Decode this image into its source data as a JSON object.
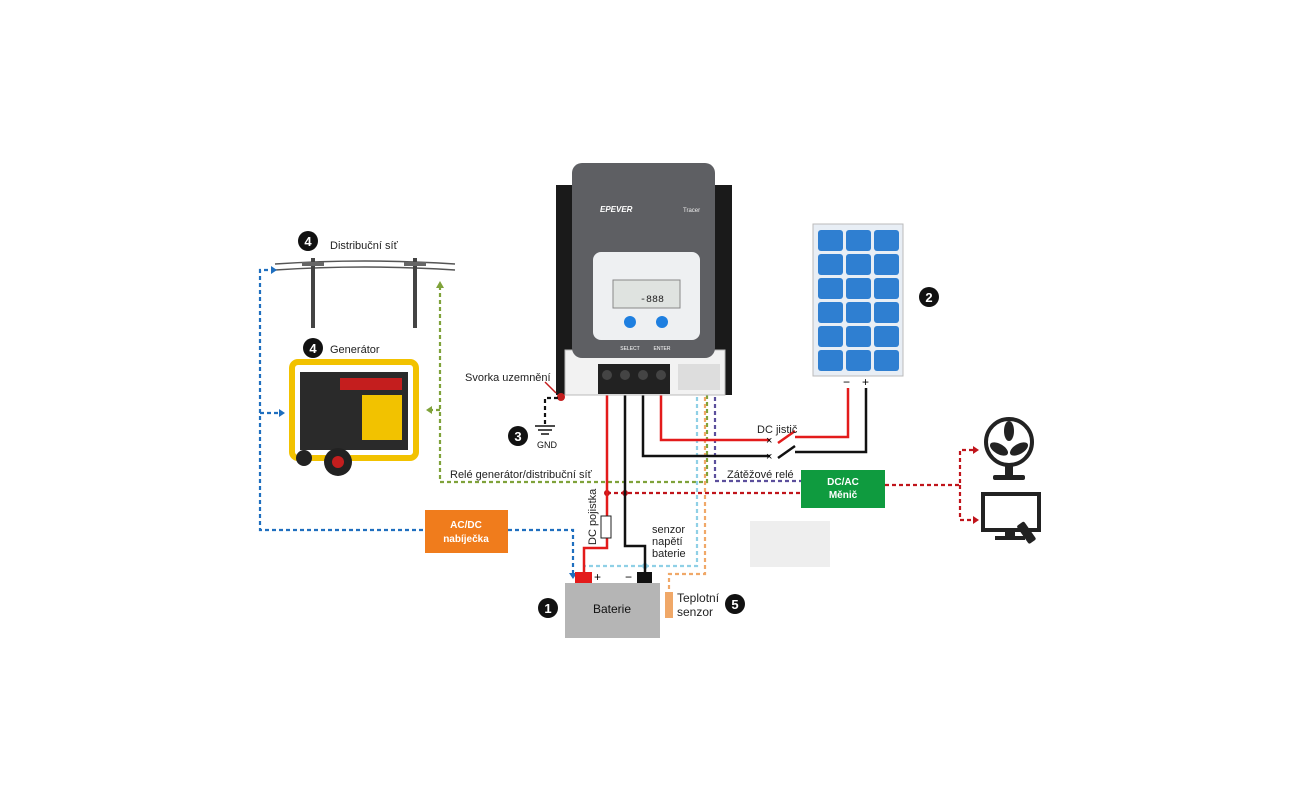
{
  "controller": {
    "brand": "EPEVER",
    "model": "Tracer",
    "lcd": "-888",
    "select_label": "SELECT",
    "enter_label": "ENTER"
  },
  "labels": {
    "grid": "Distribuční síť",
    "generator": "Generátor",
    "ground_clamp": "Svorka uzemnění",
    "gnd": "GND",
    "dc_breaker": "DC jistič",
    "load_relay": "Zátěžové relé",
    "relay_gen_grid": "Relé generátor/distribuční síť",
    "dc_fuse": "DC pojistka",
    "voltage_sensor": [
      "senzor",
      "napětí",
      "baterie"
    ],
    "temp_sensor": [
      "Teplotní",
      "senzor"
    ],
    "battery": "Baterie",
    "inverter": [
      "DC/AC",
      "Měnič"
    ],
    "charger": [
      "AC/DC",
      "nabíječka"
    ],
    "panel_minus": "−",
    "panel_plus": "+",
    "battery_plus": "+",
    "battery_minus": "−"
  },
  "badges": {
    "battery": "1",
    "solar": "2",
    "ground": "3",
    "grid": "4",
    "generator": "4",
    "temp": "5"
  },
  "colors": {
    "dc_positive": "#e31b1b",
    "dc_negative": "#111111",
    "ac_load": "#c0141b",
    "relay_gen": "#7fa23a",
    "load_relay": "#5b4f9c",
    "voltage_sense": "#8fd0e6",
    "temp_sense": "#f0a868",
    "charger_line": "#1f6fbf",
    "inverter": "#0f9b3f",
    "charger": "#f07c1c",
    "solar": "#2f7fd1"
  }
}
